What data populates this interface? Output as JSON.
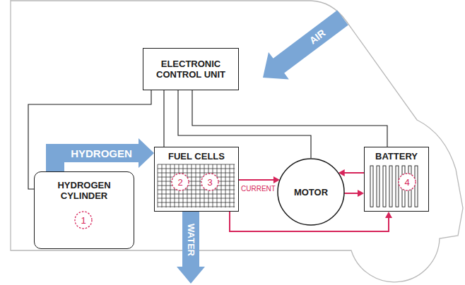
{
  "diagram": {
    "nodes": [
      {
        "text": [
          "ELECTRONIC CONTROL UNIT"
        ]
      },
      {
        "text": [
          "HYDROGEN CYLINDER"
        ]
      },
      {
        "text": [
          "1"
        ],
        "in": 1
      },
      {
        "text": [
          "FUEL CELLS"
        ]
      },
      {
        "text": [
          "2"
        ],
        "in": 3
      },
      {
        "text": [
          "3"
        ],
        "in": 3
      },
      {
        "text": [
          "MOTOR"
        ]
      },
      {
        "text": [
          "BATTERY"
        ]
      },
      {
        "text": [
          "4"
        ],
        "in": 7
      }
    ],
    "edges": [
      {
        "from": 0,
        "to": 1,
        "arrow": "none"
      },
      {
        "from": 0,
        "to": 3,
        "arrow": "none"
      },
      {
        "from": 0,
        "to": 6,
        "arrow": "none"
      },
      {
        "from": 0,
        "to": 7,
        "arrow": "none"
      },
      {
        "from": 1,
        "to": 3,
        "label": "HYDROGEN",
        "arrow": "to"
      },
      {
        "from": 3,
        "to": 6,
        "label": "CURRENT",
        "arrow": "to"
      },
      {
        "from": 7,
        "to": 6,
        "arrow": "to"
      },
      {
        "from": 6,
        "to": 7,
        "arrow": "to"
      },
      {
        "from": 3,
        "to": 7,
        "arrow": "to"
      }
    ],
    "labels": [
      "AIR",
      "WATER"
    ]
  }
}
